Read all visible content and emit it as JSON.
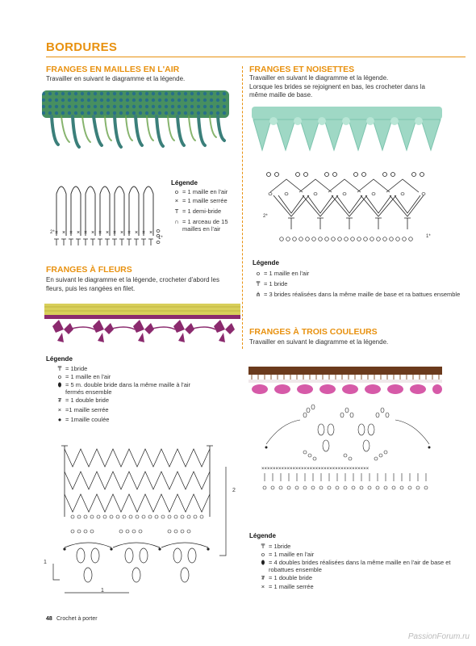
{
  "page": {
    "title": "BORDURES",
    "footer_number": "48",
    "footer_text": "Crochet à porter",
    "watermark": "PassionForum.ru"
  },
  "sections": {
    "franges_air": {
      "title": "FRANGES EN MAILLES EN L'AIR",
      "text": "Travailler en suivant le diagramme et la légende.",
      "legend_title": "Légende",
      "legend": [
        {
          "icon": "chain-stitch-icon",
          "text": "= 1 maille en l'air"
        },
        {
          "icon": "single-crochet-icon",
          "text": "= 1 maille serrée"
        },
        {
          "icon": "half-double-icon",
          "text": "= 1 demi-bride"
        },
        {
          "icon": "arch-icon",
          "text": "= 1 arceau de 15 mailles en l'air"
        }
      ],
      "diagram_labels": [
        "2*",
        "1*"
      ]
    },
    "franges_noisettes": {
      "title": "FRANGES ET NOISETTES",
      "text_lines": [
        "Travailler en suivant le diagramme et la légende.",
        "Lorsque les brides se rejoignent en bas, les crocheter dans la",
        "même maille de base."
      ],
      "legend_title": "Légende",
      "legend": [
        {
          "icon": "chain-stitch-icon",
          "text": "= 1 maille en l'air"
        },
        {
          "icon": "double-crochet-icon",
          "text": "= 1 bride"
        },
        {
          "icon": "cluster-icon",
          "text": "= 3 brides réalisées dans la même maille de base et ra battues ensemble"
        }
      ],
      "diagram_labels": [
        "2*",
        "1*"
      ]
    },
    "franges_fleurs": {
      "title": "FRANGES À FLEURS",
      "text_lines": [
        "En suivant le diagramme et la légende, crocheter d'abord les",
        "fleurs, puis les rangées en filet."
      ],
      "legend_title": "Légende",
      "legend": [
        {
          "icon": "double-crochet-icon",
          "text": "= 1bride"
        },
        {
          "icon": "chain-stitch-icon",
          "text": "= 1 maille en l'air"
        },
        {
          "icon": "puff-icon",
          "text": "= 5 m. double bride dans la même maille à l'air fermés ensemble"
        },
        {
          "icon": "treble-crochet-icon",
          "text": "= 1 double bride"
        },
        {
          "icon": "single-crochet-icon",
          "text": "=1  maille serrée"
        },
        {
          "icon": "slip-stitch-icon",
          "text": "= 1maille coulée"
        }
      ],
      "diagram_labels": [
        "1",
        "1",
        "2"
      ]
    },
    "franges_trois": {
      "title": "FRANGES À TROIS COULEURS",
      "text": "Travailler en suivant le diagramme et la légende.",
      "legend_title": "Légende",
      "legend": [
        {
          "icon": "double-crochet-icon",
          "text": "= 1bride"
        },
        {
          "icon": "chain-stitch-icon",
          "text": "= 1 maille en l'air"
        },
        {
          "icon": "cluster-icon",
          "text": "= 4 doubles brides réalisées dans la même maille en l'air de base et robattues ensemble"
        },
        {
          "icon": "treble-crochet-icon",
          "text": "= 1 double bride"
        },
        {
          "icon": "single-crochet-icon",
          "text": "= 1 maille serrée"
        }
      ]
    }
  },
  "colors": {
    "accent": "#e8910f",
    "teal_yarn": "#2f7f86",
    "mint_yarn": "#9fd8c5",
    "yellow_yarn": "#d8cf5a",
    "plum_yarn": "#8b2a6e",
    "brown_yarn": "#6b3a1c",
    "pink_yarn": "#d65aa8"
  }
}
